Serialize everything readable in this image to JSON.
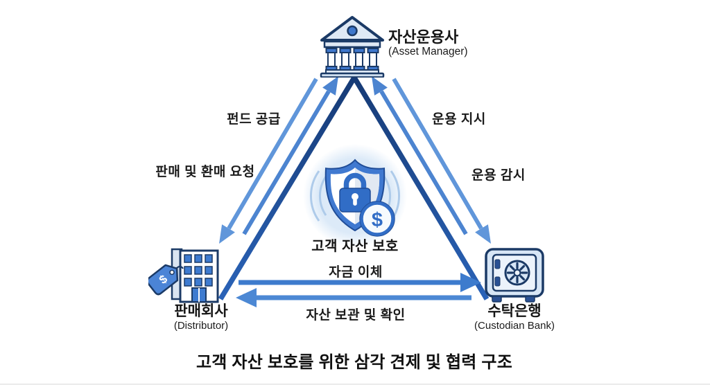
{
  "title": "고객 자산 보호를 위한 삼각 견제 및 협력 구조",
  "center_label": "고객 자산 보호",
  "currency_symbol": "$",
  "nodes": {
    "asset_manager": {
      "name": "자산운용사",
      "subtitle": "(Asset Manager)"
    },
    "distributor": {
      "name": "판매회사",
      "subtitle": "(Distributor)"
    },
    "custodian_bank": {
      "name": "수탁은행",
      "subtitle": "(Custodian Bank)"
    }
  },
  "flows": {
    "fund_supply": {
      "label": "펀드 공급",
      "from": "asset_manager",
      "to": "distributor"
    },
    "sell_redeem_request": {
      "label": "판매 및 환매 요청",
      "from": "distributor",
      "to": "asset_manager"
    },
    "mgmt_instruction": {
      "label": "운용 지시",
      "from": "asset_manager",
      "to": "custodian_bank"
    },
    "mgmt_monitoring": {
      "label": "운용 감시",
      "from": "custodian_bank",
      "to": "asset_manager"
    },
    "fund_transfer": {
      "label": "자금 이체",
      "from": "distributor",
      "to": "custodian_bank"
    },
    "asset_custody_confirm": {
      "label": "자산 보관 및 확인",
      "from": "custodian_bank",
      "to": "distributor"
    }
  },
  "colors": {
    "triangle_dark_blue": "#1e4f9e",
    "arrow_medium_blue": "#4c84d0",
    "arrow_light_blue": "#6096da",
    "horizontal_arrow_blue": "#3d7bcd",
    "icon_outline_navy": "#1b3a66",
    "icon_fill_light": "#d7e6f6",
    "shield_blue": "#4079d0",
    "lock_blue": "#316dc6",
    "glow_light_blue": "#dfeaf8",
    "text_black": "#1b1b1b"
  }
}
